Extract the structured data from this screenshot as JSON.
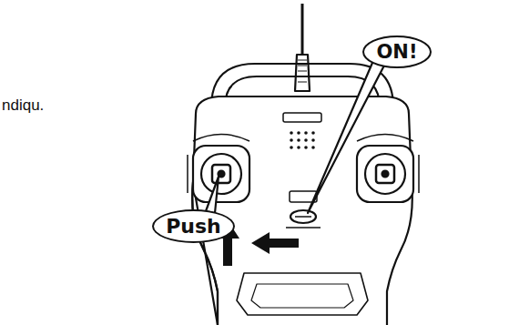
{
  "diagram": {
    "nodes": [
      {
        "text": [
          "ON!"
        ]
      },
      {
        "text": [
          "Push"
        ]
      }
    ],
    "labels": [
      "ndiqu."
    ]
  }
}
